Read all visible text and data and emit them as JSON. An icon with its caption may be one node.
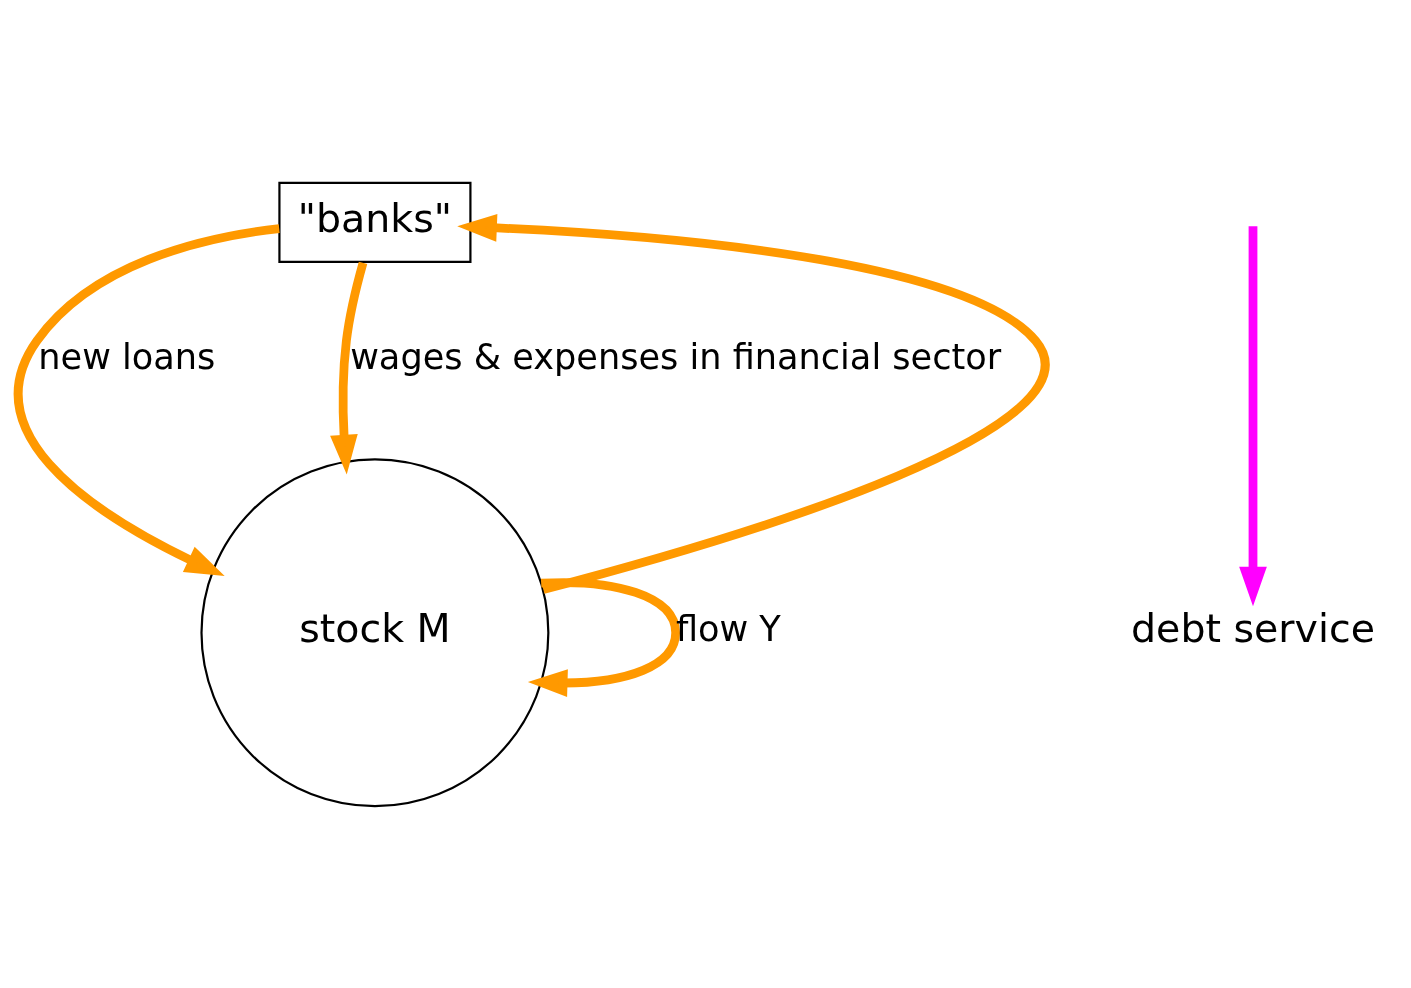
{
  "diagram": {
    "nodes": [
      {
        "text": [
          "\"banks\""
        ]
      },
      {
        "text": [
          "stock M"
        ]
      },
      {
        "text": [
          "debt service"
        ]
      }
    ],
    "edges": [
      {
        "from": 1,
        "to": 0,
        "arrow": "to"
      },
      {
        "from": 0,
        "to": 1,
        "arrow": "to",
        "label": "new loans"
      },
      {
        "from": 0,
        "to": 1,
        "arrow": "to",
        "label": "wages & expenses in financial sector"
      },
      {
        "from": 1,
        "to": 1,
        "arrow": "to",
        "label": "flow Y"
      },
      {
        "from": null,
        "to": 2,
        "arrow": "to",
        "color": "#ff00ff"
      }
    ]
  }
}
